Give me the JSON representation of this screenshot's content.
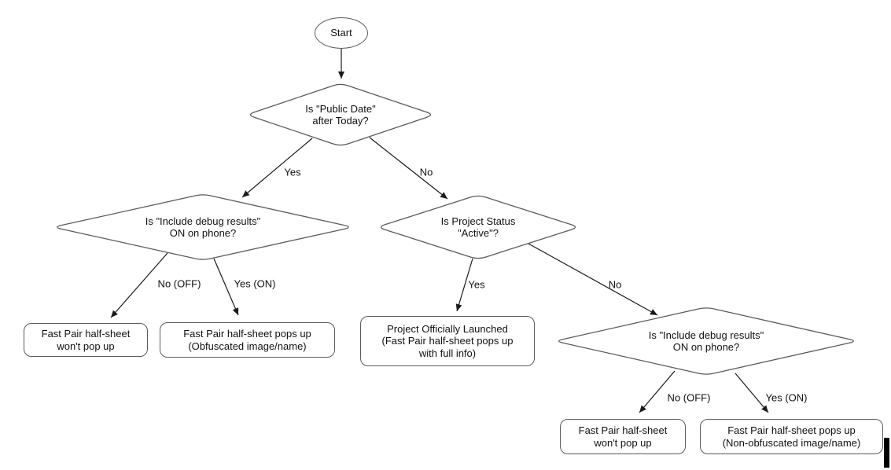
{
  "colors": {
    "background": "#ffffff",
    "shape_border": "#5b5b5b",
    "text": "#111111",
    "arrow": "#1a1a1a",
    "cursor_bar": "#000000"
  },
  "nodes": {
    "start": "Start",
    "public_date": "Is \"Public Date\"\nafter Today?",
    "debug_left": "Is \"Include debug results\"\nON on phone?",
    "project_status": "Is Project Status\n\"Active\"?",
    "debug_right": "Is \"Include debug results\"\nON on phone?",
    "no_popup_left": "Fast Pair half-sheet\nwon't pop up",
    "obfuscated": "Fast Pair half-sheet pops up\n(Obfuscated image/name)",
    "launched": "Project Officially Launched\n(Fast Pair half-sheet pops up\nwith full info)",
    "no_popup_right": "Fast Pair half-sheet\nwon't pop up",
    "non_obfuscated": "Fast Pair half-sheet pops up\n(Non-obfuscated image/name)"
  },
  "edge_labels": {
    "yes_1": "Yes",
    "no_1": "No",
    "no_off_1": "No (OFF)",
    "yes_on_1": "Yes (ON)",
    "yes_2": "Yes",
    "no_2": "No",
    "no_off_2": "No (OFF)",
    "yes_on_2": "Yes (ON)"
  }
}
